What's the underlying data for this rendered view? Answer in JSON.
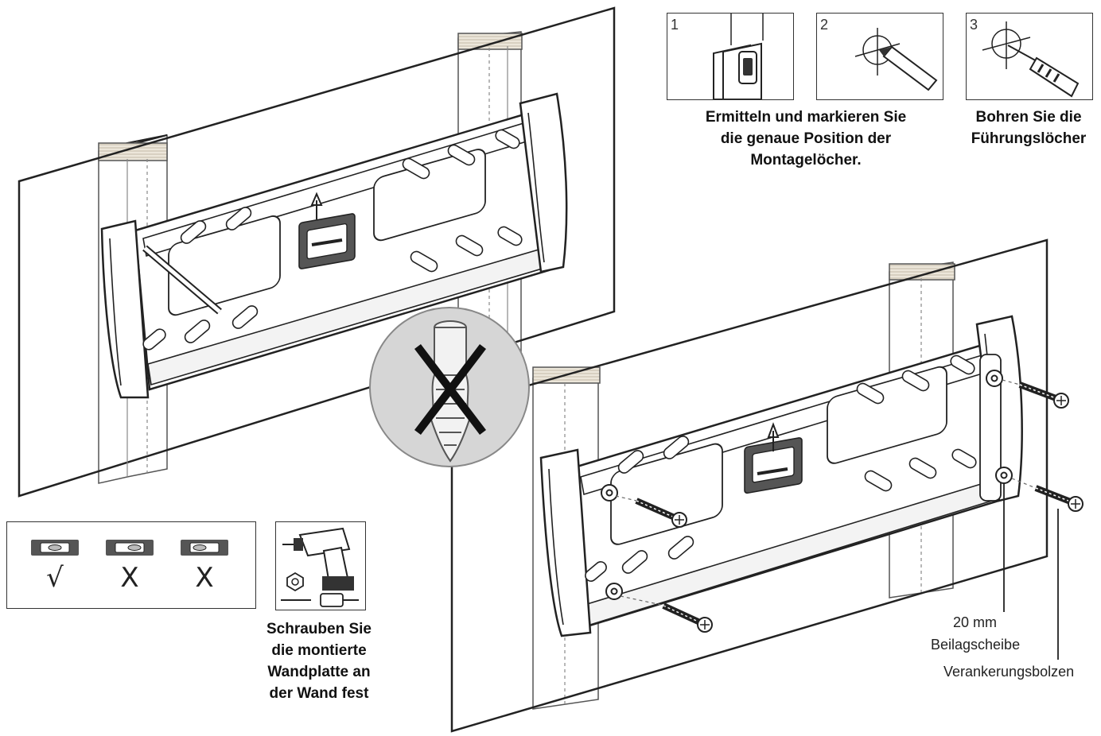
{
  "steps": [
    {
      "number": "1"
    },
    {
      "number": "2"
    },
    {
      "number": "3"
    }
  ],
  "captions": {
    "mark_positions": "Ermitteln und markieren Sie\ndie genaue  Position der\nMontagelöcher.",
    "drill_holes": "Bohren Sie die\nFührungslöcher",
    "screw_plate": "Schrauben Sie\ndie montierte\nWandplatte an\nder Wand fest"
  },
  "labels": {
    "washer_size": "20 mm",
    "washer": "Beilagscheibe",
    "anchor_bolt": "Verankerungsbolzen"
  },
  "level_checks": [
    "√",
    "X",
    "X"
  ],
  "colors": {
    "line": "#222222",
    "wood": "#e8e2d6",
    "wall": "#ffffff",
    "no_dowel_bg": "#d6d6d6"
  }
}
